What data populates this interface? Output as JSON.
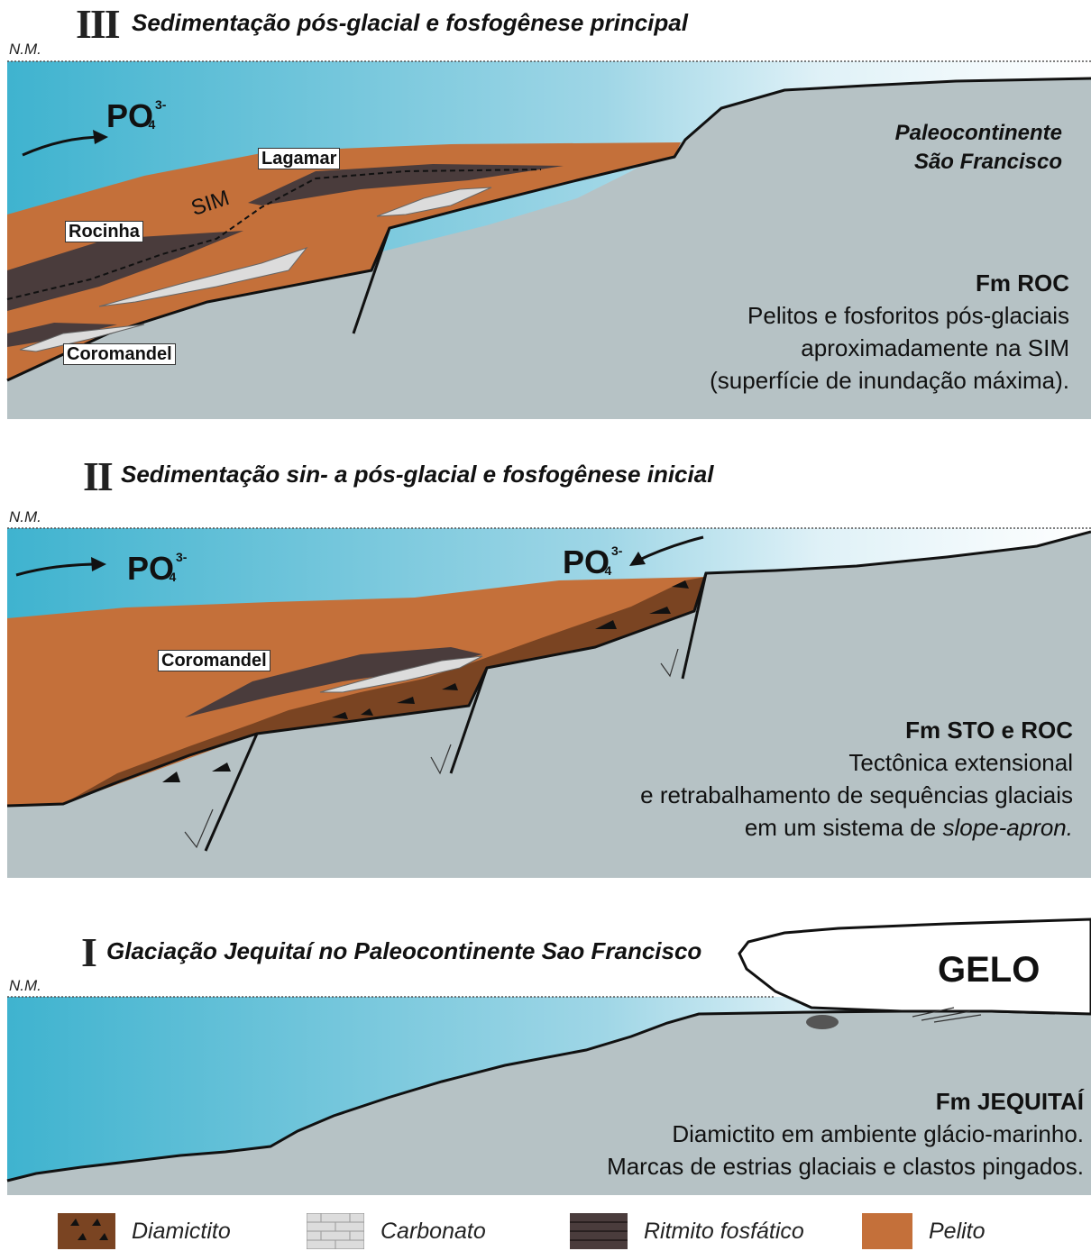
{
  "panel3": {
    "numeral": "III",
    "title": "Sedimentação pós-glacial e fosfogênese principal",
    "sea_level": "N.M.",
    "po4_main": "PO",
    "po4_sub": "4",
    "po4_sup": "3-",
    "sim_label": "SIM",
    "labels": {
      "lagamar": "Lagamar",
      "rocinha": "Rocinha",
      "coromandel": "Coromandel"
    },
    "continent": [
      "Paleocontinente",
      "São Francisco"
    ],
    "caption": {
      "heading": "Fm ROC",
      "lines": [
        "Pelitos e fosforitos pós-glaciais",
        "aproximadamente na SIM",
        "(superfície de inundação máxima)."
      ]
    }
  },
  "panel2": {
    "numeral": "II",
    "title": "Sedimentação sin- a pós-glacial e fosfogênese inicial",
    "sea_level": "N.M.",
    "po4_main": "PO",
    "po4_sub": "4",
    "po4_sup": "3-",
    "labels": {
      "coromandel": "Coromandel"
    },
    "caption": {
      "heading": "Fm STO e ROC",
      "line1": "Tectônica extensional",
      "line2": "e retrabalhamento de sequências glaciais",
      "line3_prefix": "em um sistema de ",
      "line3_italic": "slope-apron."
    }
  },
  "panel1": {
    "numeral": "I",
    "title": "Glaciação Jequitaí no Paleocontinente Sao Francisco",
    "sea_level": "N.M.",
    "ice_label": "GELO",
    "caption": {
      "heading": "Fm JEQUITAÍ",
      "lines": [
        "Diamictito em ambiente glácio-marinho.",
        "Marcas de estrias glaciais e clastos pingados."
      ]
    }
  },
  "legend": [
    {
      "key": "diamictito",
      "label": "Diamictito"
    },
    {
      "key": "carbonato",
      "label": "Carbonato"
    },
    {
      "key": "ritmito",
      "label": "Ritmito fosfático"
    },
    {
      "key": "pelito",
      "label": "Pelito"
    }
  ],
  "colors": {
    "sea_deep": "#3fb3cf",
    "sea_light": "#e6f4f8",
    "bedrock": "#b6c2c5",
    "pelito": "#c4703a",
    "diamictito": "#7a4422",
    "ritmito": "#4a3c3c",
    "carbonato": "#dcdcdc"
  }
}
